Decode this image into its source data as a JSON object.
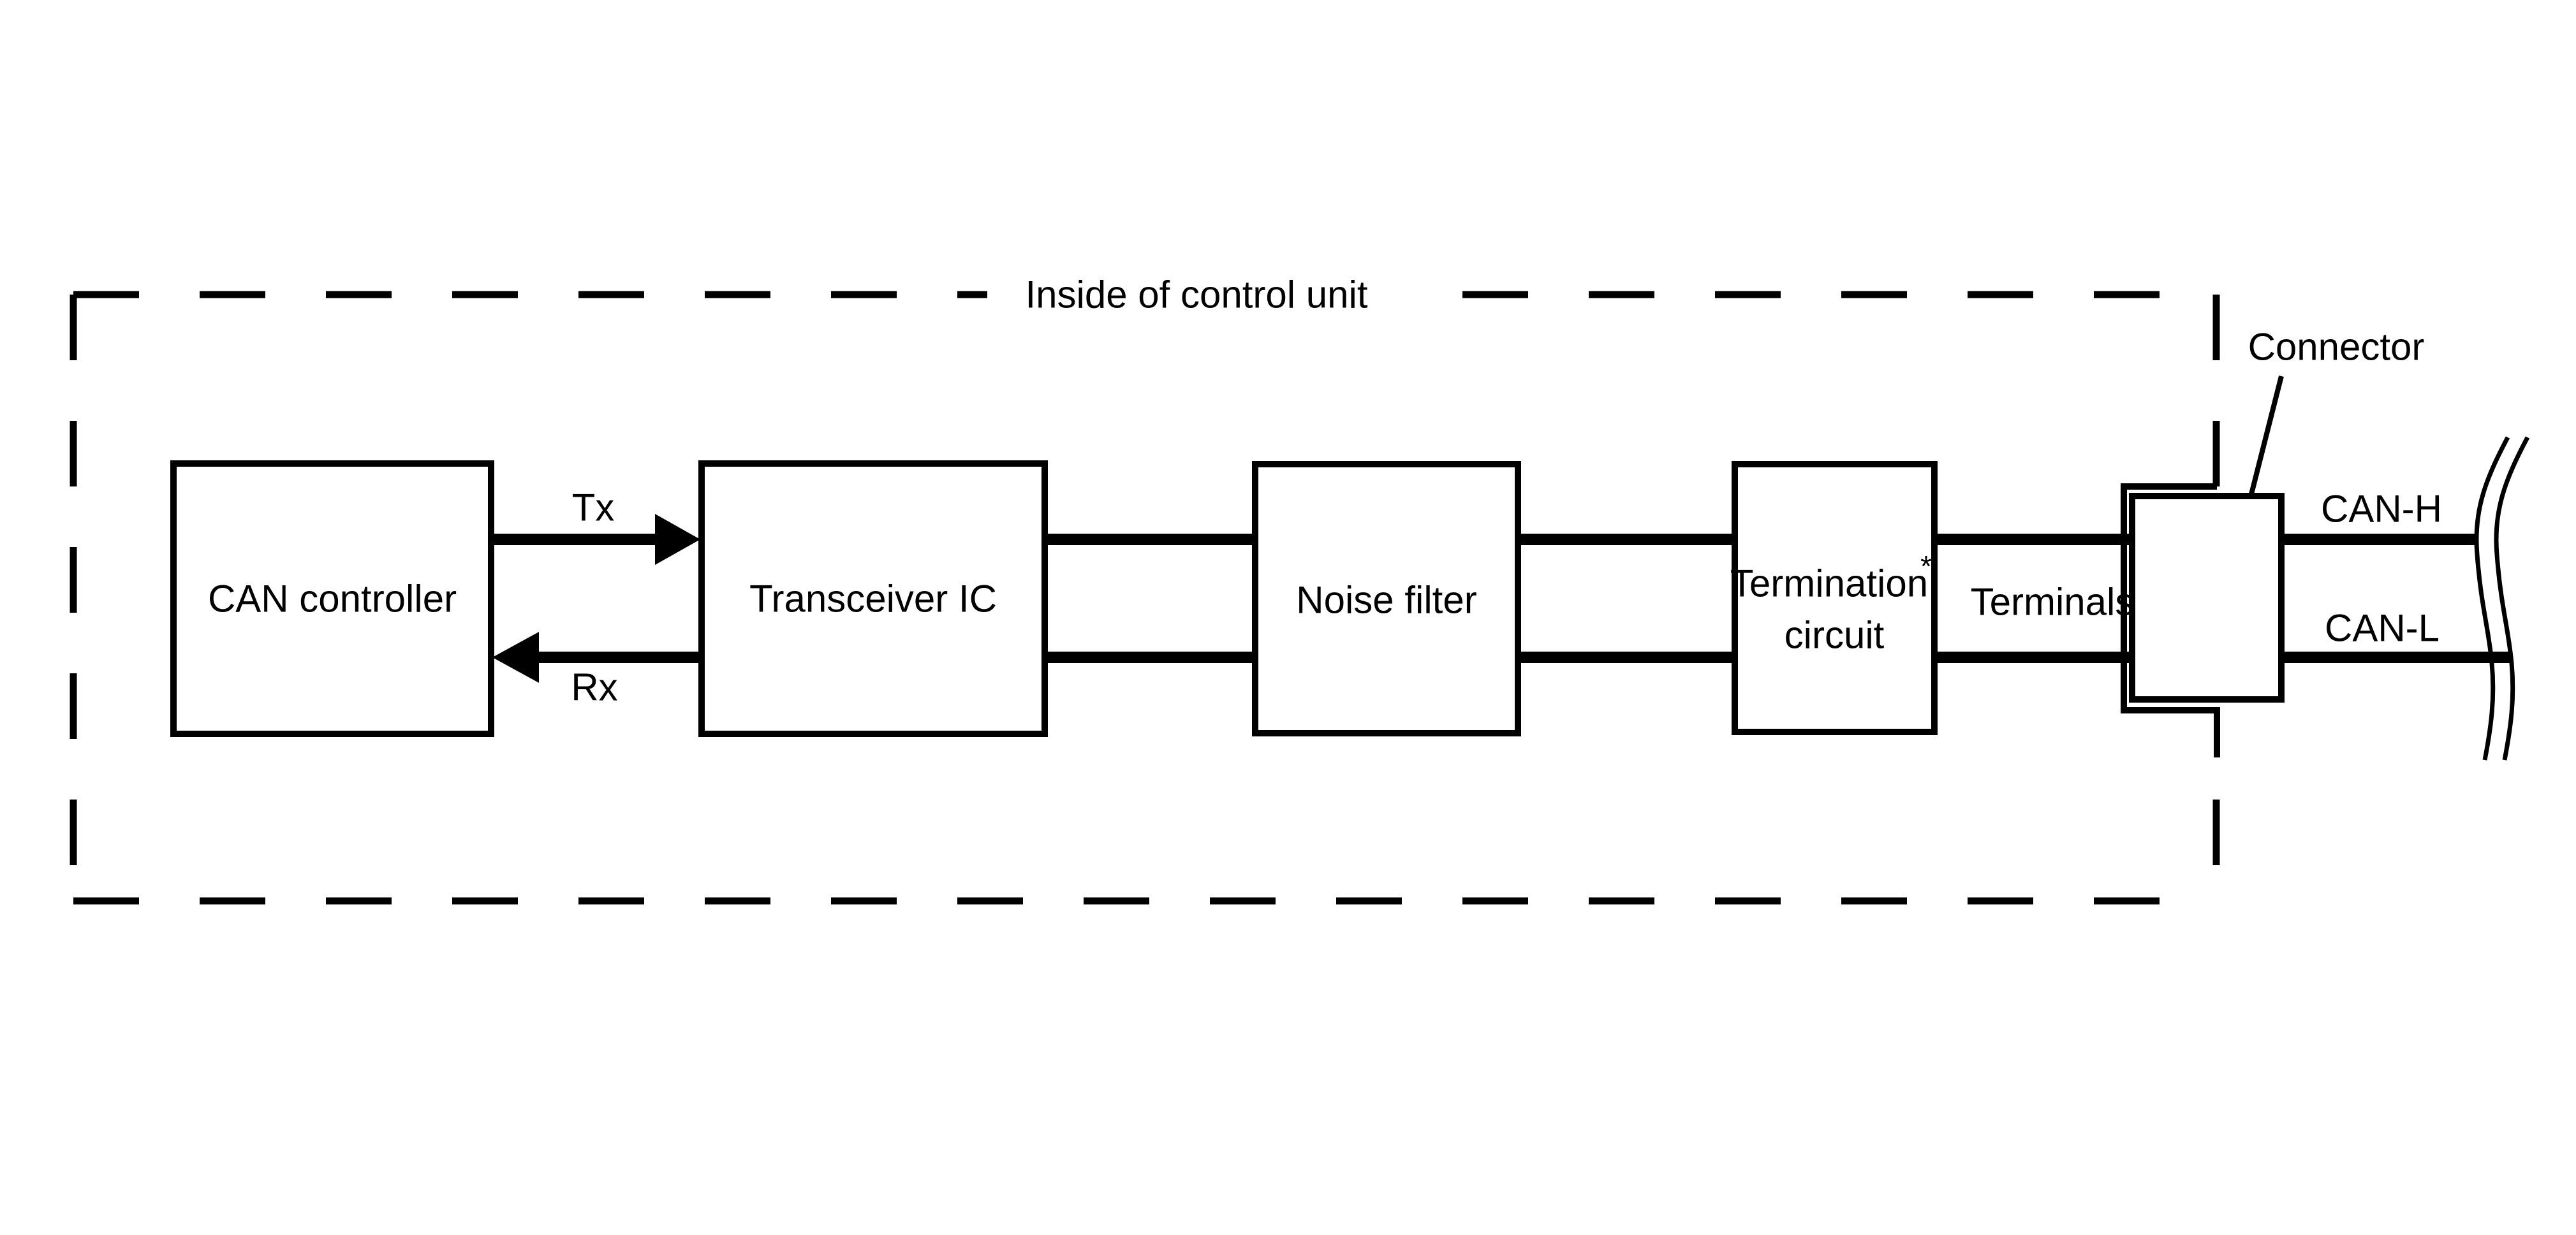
{
  "colors": {
    "ink": "#000000",
    "background": "#ffffff"
  },
  "boundary": {
    "title": "Inside of control unit"
  },
  "blocks": {
    "can_controller": {
      "label": "CAN controller"
    },
    "transceiver": {
      "label": "Transceiver IC"
    },
    "noise_filter": {
      "label": "Noise filter"
    },
    "termination": {
      "line1": "Termination",
      "superscript": "*",
      "line2": "circuit"
    }
  },
  "signals": {
    "tx": {
      "label": "Tx"
    },
    "rx": {
      "label": "Rx"
    }
  },
  "connector": {
    "label": "Connector",
    "terminals_label": "Terminals"
  },
  "bus": {
    "can_h": {
      "label": "CAN-H"
    },
    "can_l": {
      "label": "CAN-L"
    }
  }
}
